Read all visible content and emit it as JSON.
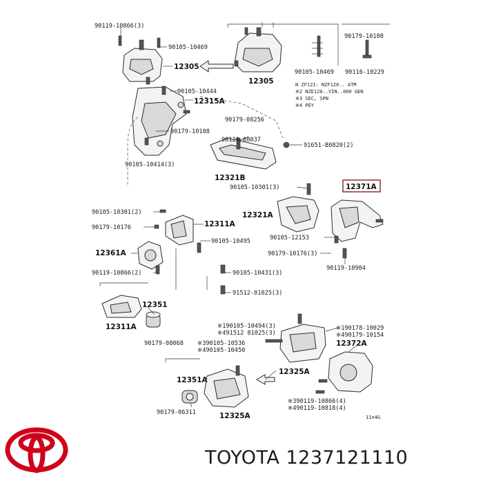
{
  "footer": {
    "brand": "TOYOTA",
    "part_number": "1237121110"
  },
  "logo": {
    "name": "toyota-logo",
    "color": "#d0021b"
  },
  "diagram": {
    "notes": [
      "N ZF121: NZF120.. ATM",
      "※2 NZE120..VIN..000 GEN",
      "※3 SEC, SPN",
      "※4 PEY"
    ],
    "labels": {
      "l01": "90119-10866(3)",
      "l02": "90105-10469",
      "l03": "12305",
      "l04": "12305",
      "l05": "90179-10108",
      "l06": "90105-10469",
      "l07": "90116-10229",
      "l08": "90105-10444",
      "l09": "12315A",
      "l10": "90179-10108",
      "l11": "90179-08256",
      "l12": "90126-08037",
      "l13": "91651-B0820(2)",
      "l14": "90105-10414(3)",
      "l15": "12321B",
      "l16": "90105-10301(3)",
      "l17": "12371A",
      "l18": "90105-10301(2)",
      "l19": "12321A",
      "l20": "90179-10176",
      "l21": "12311A",
      "l22": "90105-12153",
      "l23": "90105-10495",
      "l24": "90179-10176(3)",
      "l25": "12361A",
      "l26": "90119-10904",
      "l27": "90119-10866(2)",
      "l28": "90105-10431(3)",
      "l29": "91512-81025(3)",
      "l30": "12351",
      "l31": "12311A",
      "l32": "※190105-10494(3)",
      "l33": "※190178-10029",
      "l34": "※491512 81025(3)",
      "l35": "※490179-10154",
      "l36": "90179-08068",
      "l37": "※390105-10536",
      "l38": "12372A",
      "l39": "※490105-10450",
      "l40": "12325A",
      "l41": "12351A",
      "l42": "※390119-10866(4)",
      "l43": "※490119-10818(4)",
      "l44": "90179-06311",
      "l45": "12325A",
      "l46": "11n4G"
    }
  }
}
